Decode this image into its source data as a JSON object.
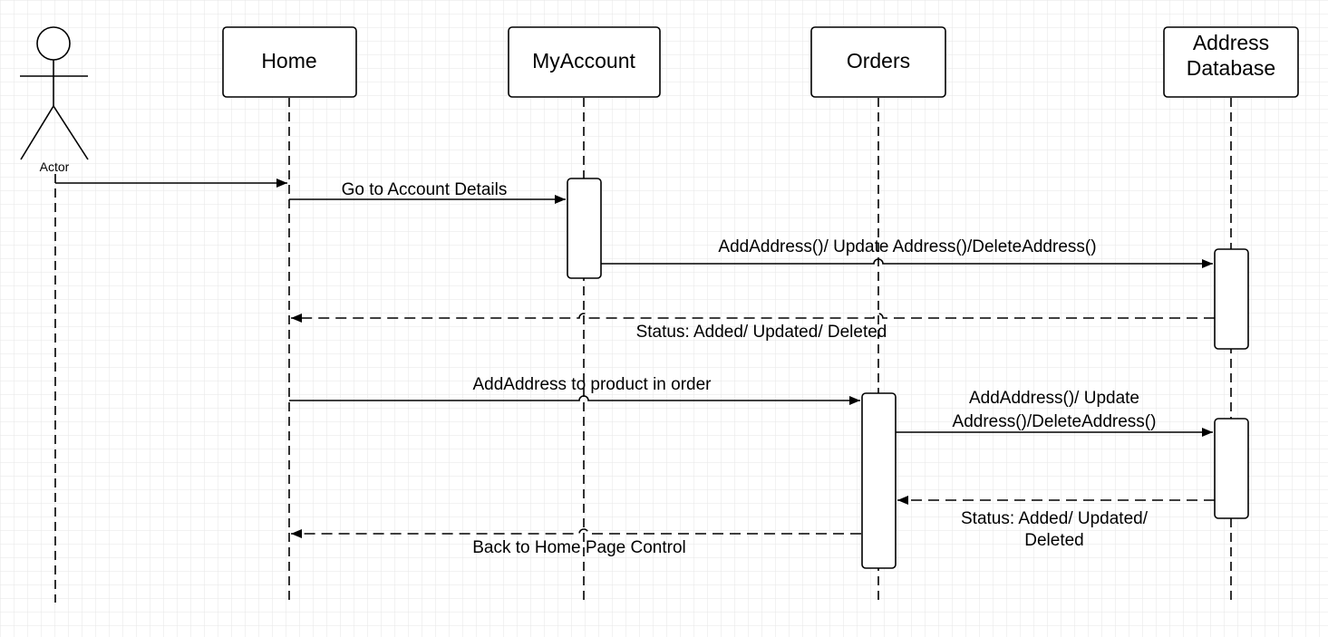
{
  "actor": {
    "label": "Actor"
  },
  "participants": [
    {
      "id": "home",
      "lines": [
        "Home"
      ]
    },
    {
      "id": "myaccount",
      "lines": [
        "MyAccount"
      ]
    },
    {
      "id": "orders",
      "lines": [
        "Orders"
      ]
    },
    {
      "id": "address_db",
      "lines": [
        "Address",
        "Database"
      ]
    }
  ],
  "messages": [
    {
      "id": "actor-to-home",
      "from": "actor",
      "to": "home",
      "style": "solid",
      "lines": []
    },
    {
      "id": "go-to-account",
      "from": "home",
      "to": "myaccount",
      "style": "solid",
      "lines": [
        "Go to Account Details"
      ]
    },
    {
      "id": "add-address-1",
      "from": "myaccount",
      "to": "address_db",
      "style": "solid",
      "lines": [
        "AddAddress()/ Update Address()/DeleteAddress()"
      ]
    },
    {
      "id": "status-1",
      "from": "address_db",
      "to": "home",
      "style": "dashed",
      "lines": [
        "Status: Added/ Updated/ Deleted"
      ]
    },
    {
      "id": "add-to-order",
      "from": "home",
      "to": "orders",
      "style": "solid",
      "lines": [
        "AddAddress to product in order"
      ]
    },
    {
      "id": "add-address-2",
      "from": "orders",
      "to": "address_db",
      "style": "solid",
      "lines": [
        "AddAddress()/ Update",
        "Address()/DeleteAddress()"
      ]
    },
    {
      "id": "status-2",
      "from": "address_db",
      "to": "orders",
      "style": "dashed",
      "lines": [
        "Status: Added/ Updated/",
        "Deleted"
      ]
    },
    {
      "id": "back-home",
      "from": "orders",
      "to": "home",
      "style": "dashed",
      "lines": [
        "Back to Home Page Control"
      ]
    }
  ],
  "colors": {
    "grid": "#e6e6e6",
    "line": "#000000",
    "box_fill": "#ffffff"
  }
}
